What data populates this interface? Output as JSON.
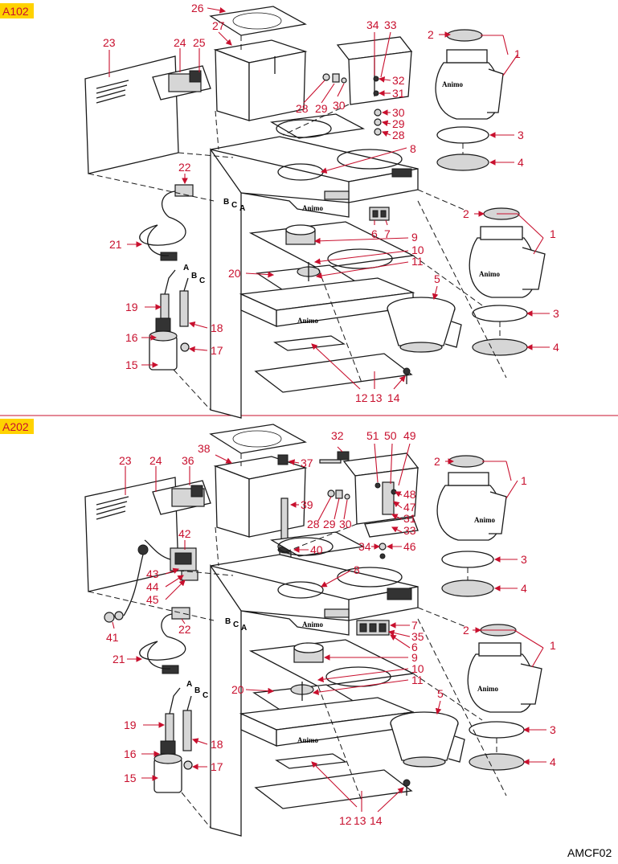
{
  "sections": [
    {
      "tag": "A102",
      "brand_text": "Animo",
      "part_labels": [
        "1",
        "2",
        "3",
        "4",
        "5",
        "6",
        "7",
        "8",
        "9",
        "10",
        "11",
        "12",
        "13",
        "14",
        "15",
        "16",
        "17",
        "18",
        "19",
        "20",
        "21",
        "22",
        "23",
        "24",
        "25",
        "26",
        "27",
        "28",
        "29",
        "30",
        "31",
        "32",
        "33",
        "34"
      ],
      "wire_letters": [
        "A",
        "B",
        "C"
      ]
    },
    {
      "tag": "A202",
      "brand_text": "Animo",
      "part_labels": [
        "1",
        "2",
        "3",
        "4",
        "5",
        "6",
        "7",
        "8",
        "9",
        "10",
        "11",
        "12",
        "13",
        "14",
        "15",
        "16",
        "17",
        "18",
        "19",
        "20",
        "21",
        "22",
        "23",
        "24",
        "28",
        "29",
        "30",
        "31",
        "32",
        "33",
        "34",
        "35",
        "36",
        "37",
        "38",
        "39",
        "40",
        "41",
        "42",
        "43",
        "44",
        "45",
        "46",
        "47",
        "48",
        "49",
        "50",
        "51"
      ],
      "wire_letters": [
        "A",
        "B",
        "C"
      ]
    }
  ],
  "footer_code": "AMCF02",
  "colors": {
    "label": "#c8102e",
    "tag_background": "#ffd200",
    "separator": "#c8102e"
  }
}
